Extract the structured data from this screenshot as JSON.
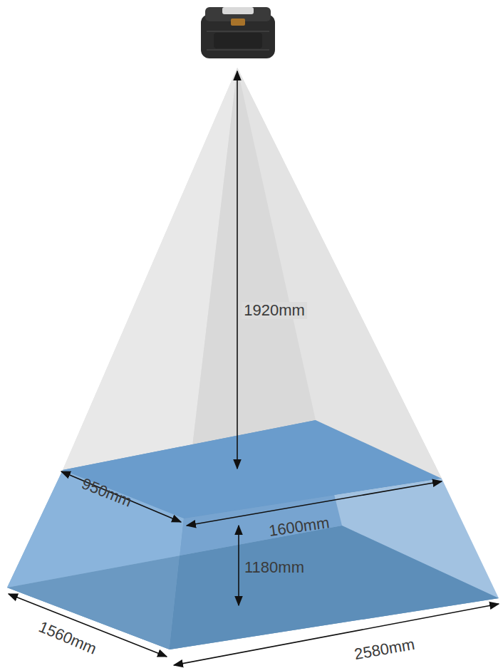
{
  "diagram": {
    "labels": [
      "1920mm",
      "950mm",
      "1600mm",
      "1180mm",
      "1560mm",
      "2580mm"
    ]
  }
}
